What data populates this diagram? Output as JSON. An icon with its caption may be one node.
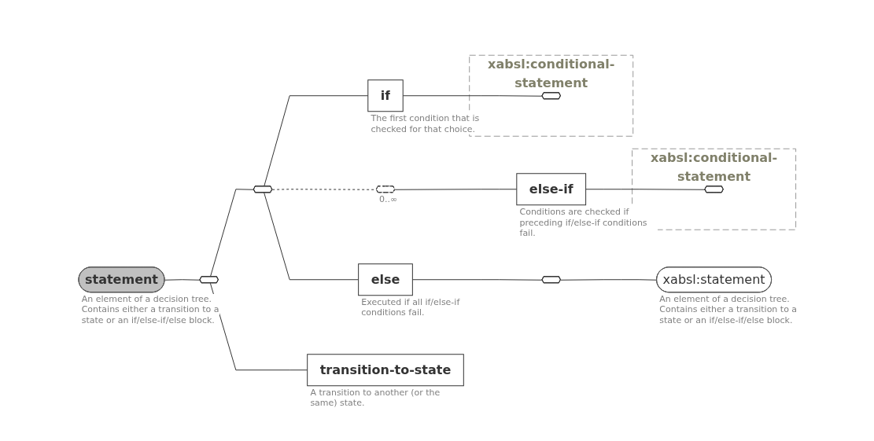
{
  "diagram": {
    "nodes": [
      {
        "text": [
          "statement"
        ],
        "beside": [
          "An element of a decision tree. Contains either a transition to a state or an if/else-if/else block."
        ]
      },
      {
        "text": [],
        "shape": "octagon"
      },
      {
        "text": [],
        "shape": "octagon"
      },
      {
        "text": [
          "if"
        ],
        "beside": [
          "The first condition that is checked for that choice."
        ]
      },
      {
        "text": [
          "xabsl:conditional-statement"
        ]
      },
      {
        "text": [],
        "shape": "octagon",
        "in": 4
      },
      {
        "text": [],
        "shape": "octagon",
        "beside": [
          "0..∞"
        ]
      },
      {
        "text": [
          "else-if"
        ],
        "beside": [
          "Conditions are checked if preceding if/else-if conditions fail."
        ]
      },
      {
        "text": [
          "xabsl:conditional-statement"
        ]
      },
      {
        "text": [],
        "shape": "octagon",
        "in": 8
      },
      {
        "text": [
          "else"
        ],
        "beside": [
          "Executed if all if/else-if conditions fail."
        ]
      },
      {
        "text": [],
        "shape": "octagon"
      },
      {
        "text": [
          "xabsl:statement"
        ],
        "beside": [
          "An element of a decision tree. Contains either a transition to a state or an if/else-if/else block."
        ]
      },
      {
        "text": [
          "transition-to-state"
        ],
        "beside": [
          "A transition to another (or the same) state."
        ]
      }
    ],
    "edges": [
      {
        "from": 0,
        "to": 1,
        "arrow": "none"
      },
      {
        "from": 1,
        "to": 2,
        "arrow": "none"
      },
      {
        "from": 1,
        "to": 13,
        "arrow": "none"
      },
      {
        "from": 2,
        "to": 3,
        "arrow": "none"
      },
      {
        "from": 2,
        "to": 6,
        "arrow": "none",
        "style": "dashed"
      },
      {
        "from": 2,
        "to": 10,
        "arrow": "none"
      },
      {
        "from": 3,
        "to": 5,
        "arrow": "none"
      },
      {
        "from": 6,
        "to": 7,
        "arrow": "none"
      },
      {
        "from": 7,
        "to": 9,
        "arrow": "none"
      },
      {
        "from": 10,
        "to": 11,
        "arrow": "none"
      },
      {
        "from": 11,
        "to": 12,
        "arrow": "none"
      }
    ]
  }
}
